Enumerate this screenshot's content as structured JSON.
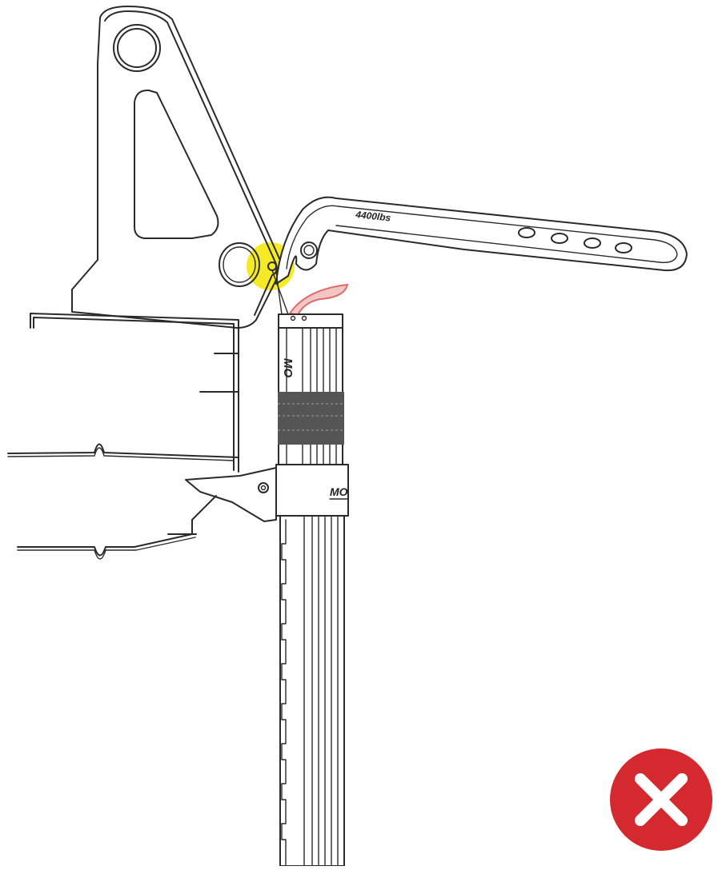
{
  "diagram": {
    "lever_rating_label": "4400lbs",
    "brand_mark_column": "MO",
    "brand_mark_clamp": "MO",
    "status_icon": "close-icon",
    "colors": {
      "line": "#2a2a2a",
      "highlight": "#f2e600",
      "status_badge": "#d42a2f",
      "strap": "#555555",
      "red_tab": "#e06a6a"
    }
  }
}
